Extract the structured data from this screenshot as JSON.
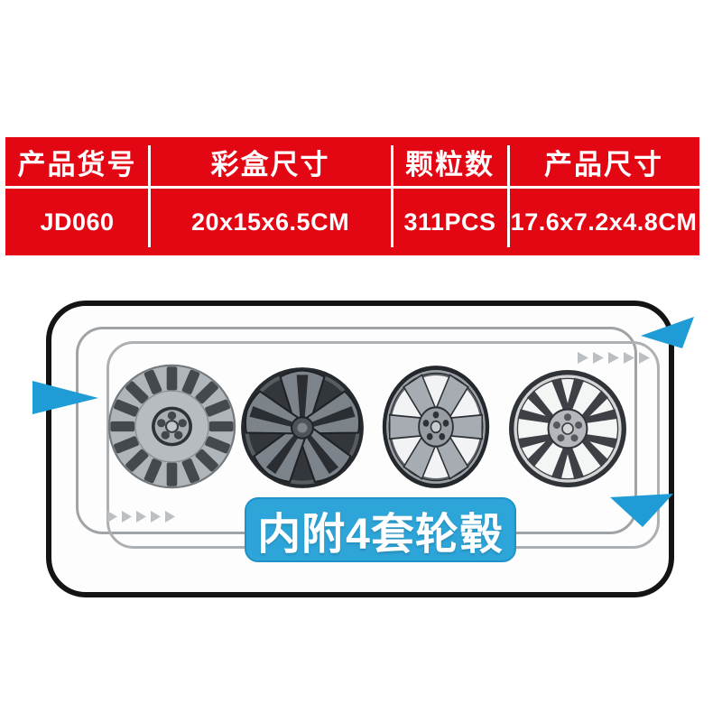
{
  "colors": {
    "table_red": "#e30613",
    "accent_blue": "#2da5d8",
    "outline_gray": "#9fa3a6",
    "frame_black": "#141414"
  },
  "spec_table": {
    "columns": [
      {
        "header": "产品货号",
        "value": "JD060"
      },
      {
        "header": "彩盒尺寸",
        "value": "20x15x6.5CM"
      },
      {
        "header": "颗粒数",
        "value": "311PCS"
      },
      {
        "header": "产品尺寸",
        "value": "17.6x7.2x4.8CM"
      }
    ]
  },
  "illustration": {
    "badge_label": "内附4套轮毂",
    "wheels": [
      {
        "icon": "turbine-fan-wheel-icon"
      },
      {
        "icon": "five-split-spoke-wheel-icon"
      },
      {
        "icon": "six-spoke-wheel-icon"
      },
      {
        "icon": "y-spoke-mesh-wheel-icon"
      }
    ],
    "arrows": [
      "left-blue-arrow",
      "top-right-blue-arrow",
      "bottom-right-blue-arrow"
    ]
  }
}
